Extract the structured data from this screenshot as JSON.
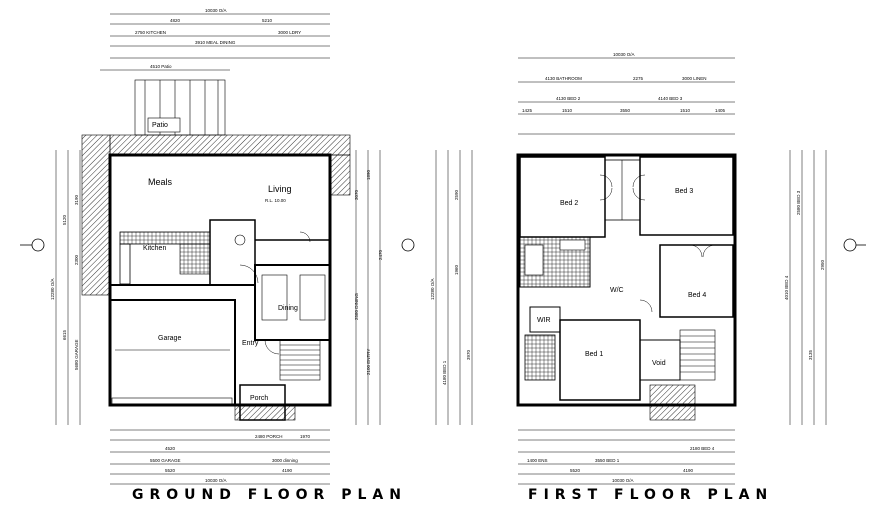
{
  "titles": {
    "ground": "GROUND FLOOR PLAN",
    "first": "FIRST FLOOR PLAN"
  },
  "ground_floor": {
    "rooms": {
      "meals": "Meals",
      "living": "Living",
      "living_area": "R.L. 10.00",
      "kitchen": "Kitchen",
      "dining": "Dining",
      "garage": "Garage",
      "entry": "Entry",
      "patio": "Patio",
      "porch": "Porch"
    },
    "dims_top": [
      "10030 O/A",
      "4820",
      "5210",
      "2750 KITCHEN",
      "3910 MEAL DINING",
      "3000 LDRY",
      "4510 Patio"
    ],
    "dims_bottom": [
      "4520",
      "5500 GARAGE",
      "3000 dinning",
      "5520",
      "4190",
      "10030 O/A",
      "2480 PORCH",
      "1970"
    ],
    "dims_left": [
      "12280 O/A",
      "5120",
      "2300",
      "3190",
      "6615",
      "5680 GARAGE"
    ],
    "dims_right": [
      "3070",
      "1890",
      "2580 DINING",
      "2100 ENTRY",
      "2470"
    ]
  },
  "first_floor": {
    "rooms": {
      "bed2": "Bed 2",
      "bed3": "Bed 3",
      "bed4": "Bed 4",
      "bed1": "Bed 1",
      "void": "Void",
      "wir": "WIR",
      "wc": "W/C"
    },
    "dims_top": [
      "10030 O/A",
      "4130 BATHROOM",
      "2275",
      "3000 LINEN",
      "4130 BED 2",
      "4140 BED 3",
      "1425",
      "1510",
      "3550",
      "1510",
      "1405"
    ],
    "dims_bottom": [
      "3550 BED 1",
      "2180 BED 4",
      "5520",
      "4190",
      "10030 O/A",
      "1400 ENS"
    ],
    "dims_left": [
      "12280 O/A",
      "4180 BED 1",
      "2590",
      "1960",
      "3970"
    ],
    "dims_right": [
      "2580 BED 3",
      "4010 BED 4",
      "3135",
      "2950"
    ]
  }
}
